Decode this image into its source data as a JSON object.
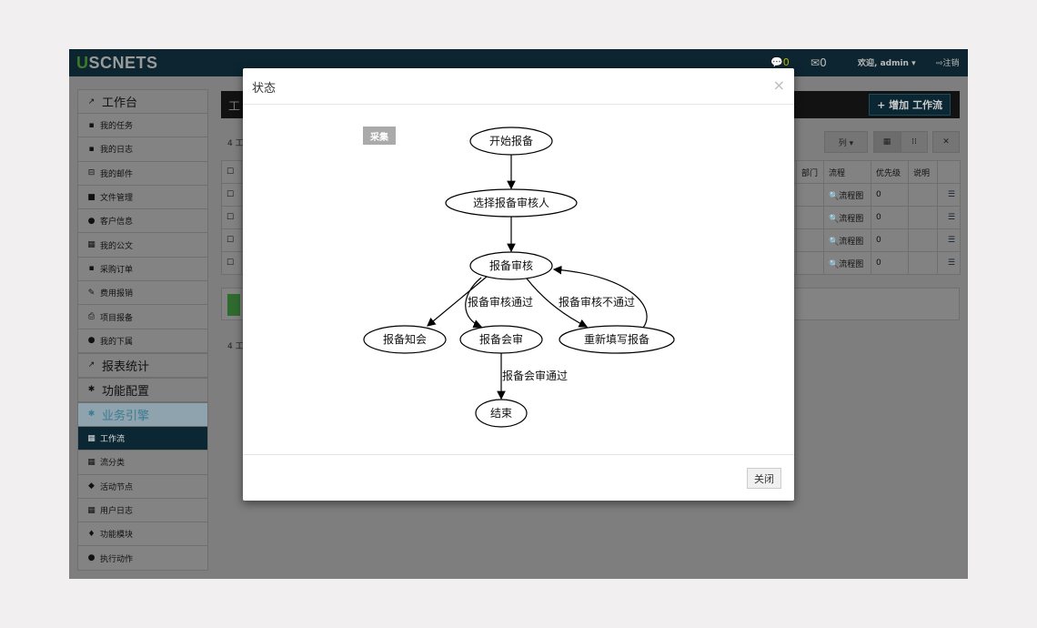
{
  "app": {
    "logo_prefix": "U",
    "logo_rest": "SCNETS",
    "chat_count": "0",
    "mail_count": "0",
    "welcome": "欢迎,",
    "user": "admin ▾",
    "logout": "注销"
  },
  "sidebar": {
    "sections": [
      {
        "label": "工作台",
        "icon": "external-link-icon",
        "items": [
          {
            "label": "我的任务",
            "icon": "file-icon"
          },
          {
            "label": "我的日志",
            "icon": "file-icon"
          },
          {
            "label": "我的邮件",
            "icon": "inbox-icon"
          },
          {
            "label": "文件管理",
            "icon": "folder-icon"
          },
          {
            "label": "客户信息",
            "icon": "user-icon"
          },
          {
            "label": "我的公文",
            "icon": "grid-icon"
          },
          {
            "label": "采购订单",
            "icon": "file-icon"
          },
          {
            "label": "费用报销",
            "icon": "edit-icon"
          },
          {
            "label": "项目报备",
            "icon": "print-icon"
          },
          {
            "label": "我的下属",
            "icon": "user-icon"
          }
        ]
      },
      {
        "label": "报表统计",
        "icon": "external-link-icon",
        "items": []
      },
      {
        "label": "功能配置",
        "icon": "gear-icon",
        "items": []
      },
      {
        "label": "业务引擎",
        "icon": "gear-icon",
        "items": [
          {
            "label": "工作流",
            "icon": "grid-icon"
          },
          {
            "label": "流分类",
            "icon": "grid-icon"
          },
          {
            "label": "活动节点",
            "icon": "drop-icon"
          },
          {
            "label": "用户日志",
            "icon": "grid-icon"
          },
          {
            "label": "功能模块",
            "icon": "map-marker-icon"
          },
          {
            "label": "执行动作",
            "icon": "user-icon"
          }
        ]
      }
    ]
  },
  "main": {
    "toolbar_title": "工",
    "add_button": "+ 增加 工作流",
    "count_text": "4 工",
    "columns_button": "列 ▾",
    "table": {
      "headers": [
        "部门",
        "流程",
        "优先级",
        "说明",
        ""
      ],
      "rows": [
        [
          "",
          "流程图",
          "0",
          ""
        ],
        [
          "",
          "流程图",
          "0",
          ""
        ],
        [
          "",
          "流程图",
          "0",
          ""
        ],
        [
          "",
          "流程图",
          "0",
          ""
        ]
      ]
    }
  },
  "modal": {
    "title": "状态",
    "close_x": "×",
    "close_button": "关闭",
    "tag": "采集",
    "nodes": [
      "开始报备",
      "选择报备审核人",
      "报备审核",
      "报备知会",
      "报备会审",
      "重新填写报备",
      "结束"
    ],
    "edge_labels": [
      "报备审核通过",
      "报备审核不通过",
      "报备会审通过"
    ]
  }
}
